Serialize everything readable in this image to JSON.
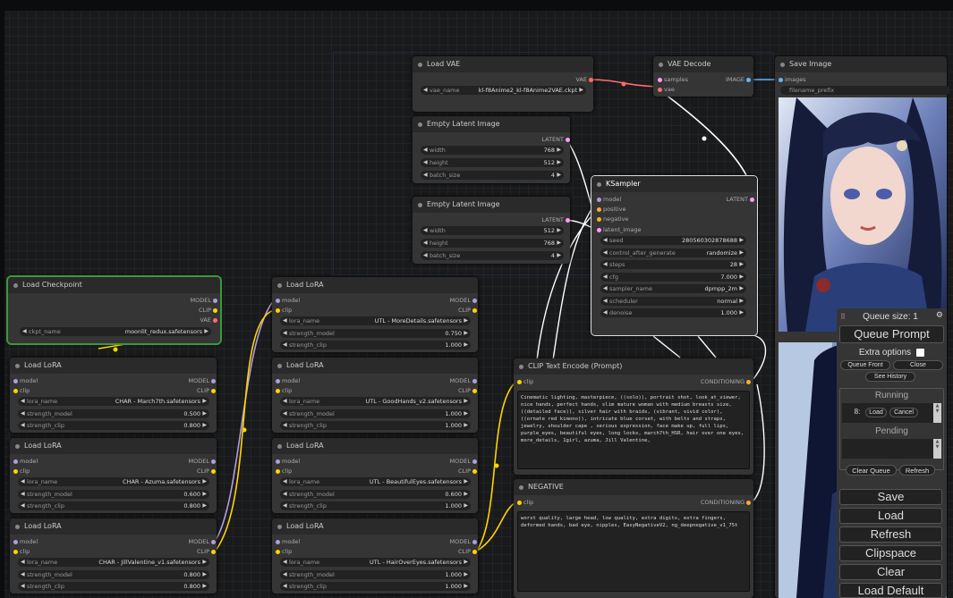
{
  "colors": {
    "model": "#b39ddb",
    "clip": "#ffd500",
    "vae": "#ff6e6e",
    "latent": "#ff9cf9",
    "conditioning": "#ffa931",
    "image": "#64b5f6",
    "float": "#aaaaaa"
  },
  "nodes": {
    "load_vae": {
      "title": "Load VAE",
      "out": "VAE",
      "w_name": "vae_name",
      "w_value": "kl-f8Anime2_kl-f8Anime2VAE.ckpt"
    },
    "vae_decode": {
      "title": "VAE Decode",
      "in1": "samples",
      "in2": "vae",
      "out": "IMAGE"
    },
    "save_image": {
      "title": "Save Image",
      "in1": "images",
      "w_name": "filename_prefix"
    },
    "empty_latent_1": {
      "title": "Empty Latent Image",
      "out": "LATENT",
      "width_label": "width",
      "width": "768",
      "height_label": "height",
      "height": "512",
      "batch_label": "batch_size",
      "batch": "4"
    },
    "empty_latent_2": {
      "title": "Empty Latent Image",
      "out": "LATENT",
      "width_label": "width",
      "width": "512",
      "height_label": "height",
      "height": "768",
      "batch_label": "batch_size",
      "batch": "4"
    },
    "ksampler": {
      "title": "KSampler",
      "in1": "model",
      "in2": "positive",
      "in3": "negative",
      "in4": "latent_image",
      "out": "LATENT",
      "widgets": [
        {
          "name": "seed",
          "value": "280560302878688"
        },
        {
          "name": "control_after_generate",
          "value": "randomize"
        },
        {
          "name": "steps",
          "value": "28"
        },
        {
          "name": "cfg",
          "value": "7.000"
        },
        {
          "name": "sampler_name",
          "value": "dpmpp_2m"
        },
        {
          "name": "scheduler",
          "value": "normal"
        },
        {
          "name": "denoise",
          "value": "1.000"
        }
      ]
    },
    "checkpoint": {
      "title": "Load Checkpoint",
      "out1": "MODEL",
      "out2": "CLIP",
      "out3": "VAE",
      "w_name": "ckpt_name",
      "w_value": "moonlit_redux.safetensors"
    },
    "lora_left": [
      {
        "title": "Load LoRA",
        "in1": "model",
        "in2": "clip",
        "out1": "MODEL",
        "out2": "CLIP",
        "lora_label": "lora_name",
        "lora": "CHAR - March7th.safetensors",
        "sm_label": "strength_model",
        "sm": "0.500",
        "sc_label": "strength_clip",
        "sc": "0.800"
      },
      {
        "title": "Load LoRA",
        "in1": "model",
        "in2": "clip",
        "out1": "MODEL",
        "out2": "CLIP",
        "lora_label": "lora_name",
        "lora": "CHAR - Azuma.safetensors",
        "sm_label": "strength_model",
        "sm": "0.600",
        "sc_label": "strength_clip",
        "sc": "0.800"
      },
      {
        "title": "Load LoRA",
        "in1": "model",
        "in2": "clip",
        "out1": "MODEL",
        "out2": "CLIP",
        "lora_label": "lora_name",
        "lora": "CHAR - JillValentine_v1.safetensors",
        "sm_label": "strength_model",
        "sm": "0.800",
        "sc_label": "strength_clip",
        "sc": "0.800"
      }
    ],
    "lora_right": [
      {
        "title": "Load LoRA",
        "in1": "model",
        "in2": "clip",
        "out1": "MODEL",
        "out2": "CLIP",
        "lora_label": "lora_name",
        "lora": "UTL - MoreDetails.safetensors",
        "sm_label": "strength_model",
        "sm": "0.750",
        "sc_label": "strength_clip",
        "sc": "1.000"
      },
      {
        "title": "Load LoRA",
        "in1": "model",
        "in2": "clip",
        "out1": "MODEL",
        "out2": "CLIP",
        "lora_label": "lora_name",
        "lora": "UTL - GoodHands_v2.safetensors",
        "sm_label": "strength_model",
        "sm": "1.000",
        "sc_label": "strength_clip",
        "sc": "1.000"
      },
      {
        "title": "Load LoRA",
        "in1": "model",
        "in2": "clip",
        "out1": "MODEL",
        "out2": "CLIP",
        "lora_label": "lora_name",
        "lora": "UTL - BeautifulEyes.safetensors",
        "sm_label": "strength_model",
        "sm": "0.600",
        "sc_label": "strength_clip",
        "sc": "1.000"
      },
      {
        "title": "Load LoRA",
        "in1": "model",
        "in2": "clip",
        "out1": "MODEL",
        "out2": "CLIP",
        "lora_label": "lora_name",
        "lora": "UTL - HairOverEyes.safetensors",
        "sm_label": "strength_model",
        "sm": "1.000",
        "sc_label": "strength_clip",
        "sc": "1.000"
      }
    ],
    "clip_pos": {
      "title": "CLIP Text Encode (Prompt)",
      "in": "clip",
      "out": "CONDITIONING",
      "text": "Cinematic lighting, masterpiece, ((solo)), portrait shot, look_at_viewer, nice hands, perfect hands, slim mature woman with medium breasts size, ((detailed face)), silver hair with braids, (vibrant, vivid color), ((ornate red kimono)), intricate blue corset, with belts and straps, jewelry, shoulder cape , serious expression, face make up, full lips, purple_eyes, beautiful eyes, long locks, march7th_HSR, hair over one eyes, more_details, 1girl, azuma, Jill Valentine,"
    },
    "clip_neg": {
      "title": "NEGATIVE",
      "in": "clip",
      "out": "CONDITIONING",
      "text": "worst quality, large head, low quality, extra digits, extra fingers, deformed hands, bad eye, nipples, EasyNegativeV2, ng_deepnegative_v1_75t"
    }
  },
  "panel": {
    "queue_size": "Queue size: 1",
    "queue_prompt": "Queue Prompt",
    "extra_options": "Extra options",
    "queue_front": "Queue Front",
    "close": "Close",
    "see_history": "See History",
    "running": "Running",
    "running_index": "8:",
    "load": "Load",
    "cancel": "Cancel",
    "pending": "Pending",
    "clear_queue": "Clear Queue",
    "refresh_small": "Refresh",
    "save": "Save",
    "load_big": "Load",
    "refresh": "Refresh",
    "clipspace": "Clipspace",
    "clear": "Clear",
    "load_default": "Load Default"
  }
}
